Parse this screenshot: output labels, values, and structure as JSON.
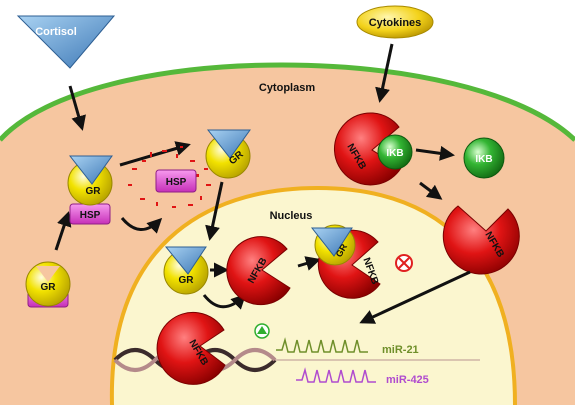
{
  "labels": {
    "cortisol": "Cortisol",
    "cytokines": "Cytokines",
    "cytoplasm": "Cytoplasm",
    "nucleus": "Nucleus",
    "gr": "GR",
    "hsp": "HSP",
    "ikb": "IKB",
    "nfkb": "NFKB",
    "mir21": "miR-21",
    "mir425": "miR-425"
  },
  "colors": {
    "cytoplasm": "#f6c6a0",
    "membrane": "#55b83a",
    "nucleus": "#fbf6cf",
    "nuclear_envelope": "#f0b020",
    "cortisol": "#5f9bd0",
    "cytokines": "#f3d21a",
    "gr": "#f2e200",
    "hsp": "#e44fd6",
    "ikb": "#2fae2f",
    "nfkb": "#e01414",
    "mir21": "#6f8f2a",
    "mir425": "#b04ccf",
    "dna": "#b48a8a",
    "inhibit": "#e02020"
  }
}
